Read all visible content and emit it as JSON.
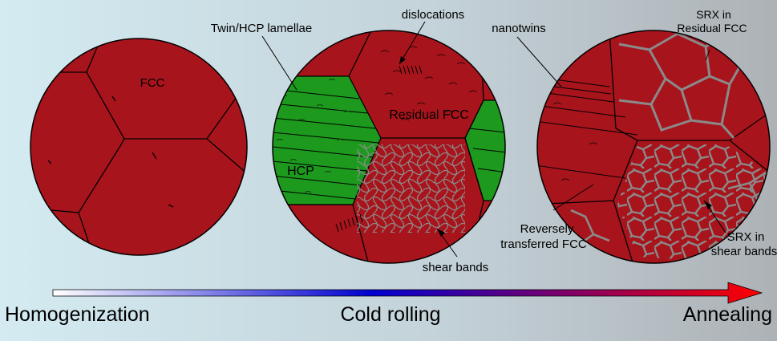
{
  "colors": {
    "fcc_red": "#a8141c",
    "hcp_green": "#1d9a1d",
    "recrystallized_boundary": "#8a8a8a",
    "arrow_start": "#ffffff",
    "arrow_mid": "#0000d0",
    "arrow_end": "#ff0000"
  },
  "labels": {
    "fcc": "FCC",
    "twin_hcp_lamellae": "Twin/HCP lamellae",
    "dislocations": "dislocations",
    "residual_fcc": "Residual FCC",
    "hcp": "HCP",
    "shear_bands": "shear bands",
    "nanotwins": "nanotwins",
    "srx_residual_line1": "SRX in",
    "srx_residual_line2": "Residual FCC",
    "reversely_line1": "Reversely",
    "reversely_line2": "transferred FCC",
    "srx_shear_line1": "SRX in",
    "srx_shear_line2": "shear bands"
  },
  "stages": [
    "Homogenization",
    "Cold rolling",
    "Annealing"
  ]
}
